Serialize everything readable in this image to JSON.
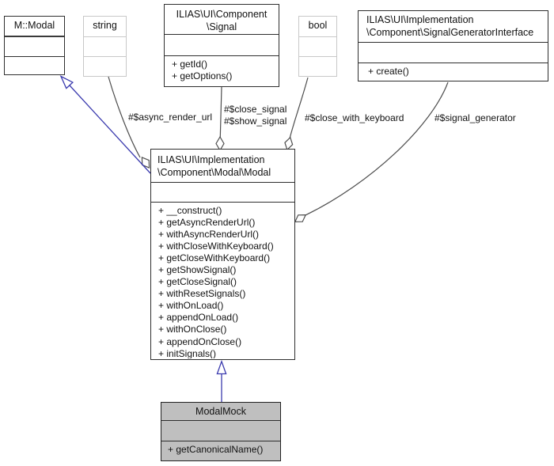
{
  "diagram": {
    "classes": {
      "m_modal": {
        "name": "M::Modal"
      },
      "string_type": {
        "name": "string"
      },
      "signal": {
        "name_line1": "ILIAS\\UI\\Component",
        "name_line2": "\\Signal",
        "methods": [
          "+ getId()",
          "+ getOptions()"
        ]
      },
      "bool_type": {
        "name": "bool"
      },
      "signal_generator_interface": {
        "name_line1": "ILIAS\\UI\\Implementation",
        "name_line2": "\\Component\\SignalGeneratorInterface",
        "methods": [
          "+ create()"
        ]
      },
      "modal": {
        "name_line1": "ILIAS\\UI\\Implementation",
        "name_line2": "\\Component\\Modal\\Modal",
        "methods": [
          "+ __construct()",
          "+ getAsyncRenderUrl()",
          "+ withAsyncRenderUrl()",
          "+ withCloseWithKeyboard()",
          "+ getCloseWithKeyboard()",
          "+ getShowSignal()",
          "+ getCloseSignal()",
          "+ withResetSignals()",
          "+ withOnLoad()",
          "+ appendOnLoad()",
          "+ withOnClose()",
          "+ appendOnClose()",
          "+ initSignals()"
        ]
      },
      "modal_mock": {
        "name": "ModalMock",
        "methods": [
          "+ getCanonicalName()"
        ]
      }
    },
    "edge_labels": {
      "async_render_url": "#$async_render_url",
      "close_signal": "#$close_signal",
      "show_signal": "#$show_signal",
      "close_with_keyboard": "#$close_with_keyboard",
      "signal_generator": "#$signal_generator"
    },
    "colors": {
      "inheritance_edge": "#3a3aae",
      "aggregation_edge": "#4d4d4d",
      "strong_border": "#2e2e2e",
      "muted_border": "#c8c8c8",
      "focus_fill": "#bfbfbf"
    }
  }
}
